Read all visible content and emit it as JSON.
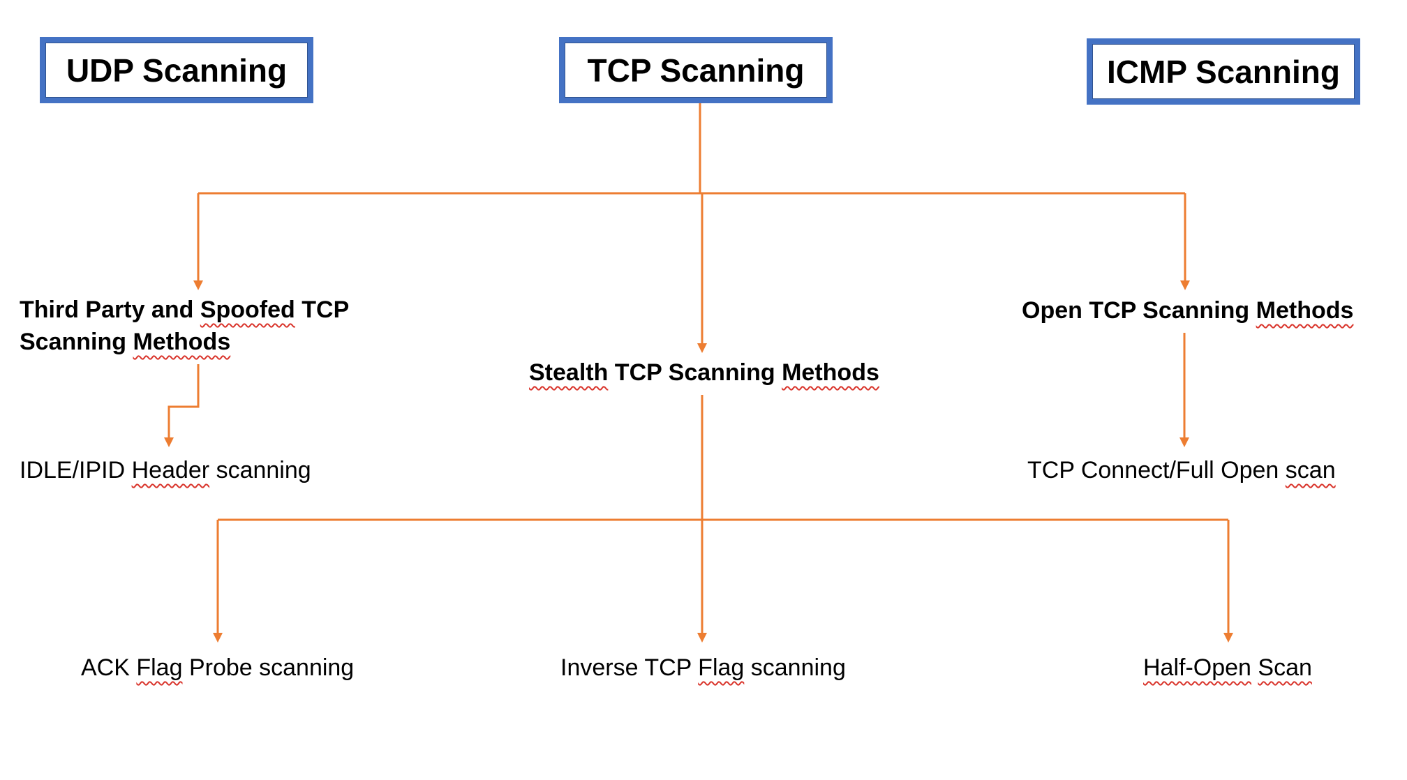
{
  "boxes": {
    "udp": "UDP Scanning",
    "tcp": "TCP Scanning",
    "icmp": "ICMP Scanning"
  },
  "nodes": {
    "third_party": {
      "line1_a": "Third Party and ",
      "line1_b": "Spoofed",
      "line1_c": " TCP",
      "line2_a": "Scanning ",
      "line2_b": "Methods"
    },
    "stealth": {
      "a": "Stealth",
      "b": " TCP Scanning ",
      "c": "Methods"
    },
    "open": {
      "a": "Open TCP Scanning ",
      "b": "Methods"
    },
    "idle": {
      "a": "IDLE/IPID ",
      "b": "Header",
      "c": " scanning"
    },
    "tcp_connect": {
      "a": "TCP Connect/Full Open ",
      "b": "scan"
    },
    "ack": {
      "a": "ACK ",
      "b": "Flag",
      "c": " Probe scanning"
    },
    "inverse": {
      "a": "Inverse TCP ",
      "b": "Flag",
      "c": " scanning"
    },
    "half_open": {
      "a": "Half-Open",
      "b": " ",
      "c": "Scan"
    }
  },
  "colors": {
    "box_fill": "#4472C4",
    "connector": "#ED7D31",
    "spellcheck": "#d9342b"
  }
}
